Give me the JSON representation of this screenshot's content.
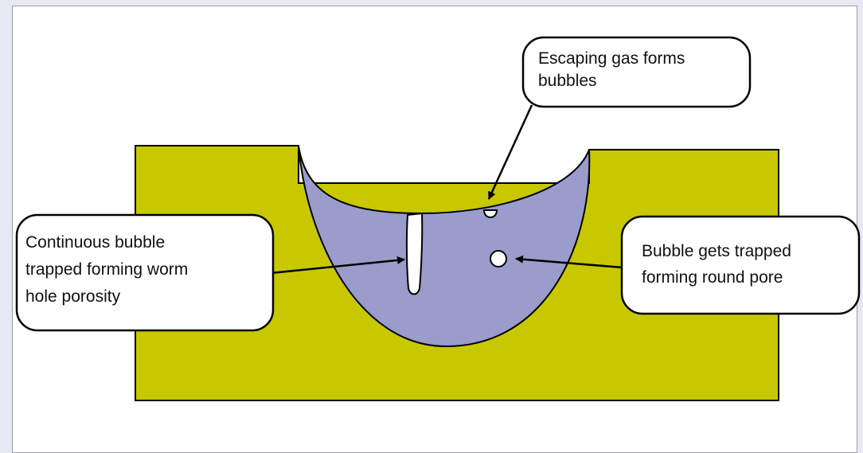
{
  "colors": {
    "background": "#e8e8f4",
    "base_metal": "#c8c800",
    "weld_pool": "#9a9ccc",
    "outline": "#000000",
    "callout_fill": "#ffffff"
  },
  "callouts": {
    "escaping_gas": [
      "Escaping gas forms",
      "bubbles"
    ],
    "worm_hole": [
      "Continuous bubble",
      "trapped forming worm",
      "hole porosity"
    ],
    "round_pore": [
      "Bubble gets trapped",
      "forming round pore"
    ]
  }
}
